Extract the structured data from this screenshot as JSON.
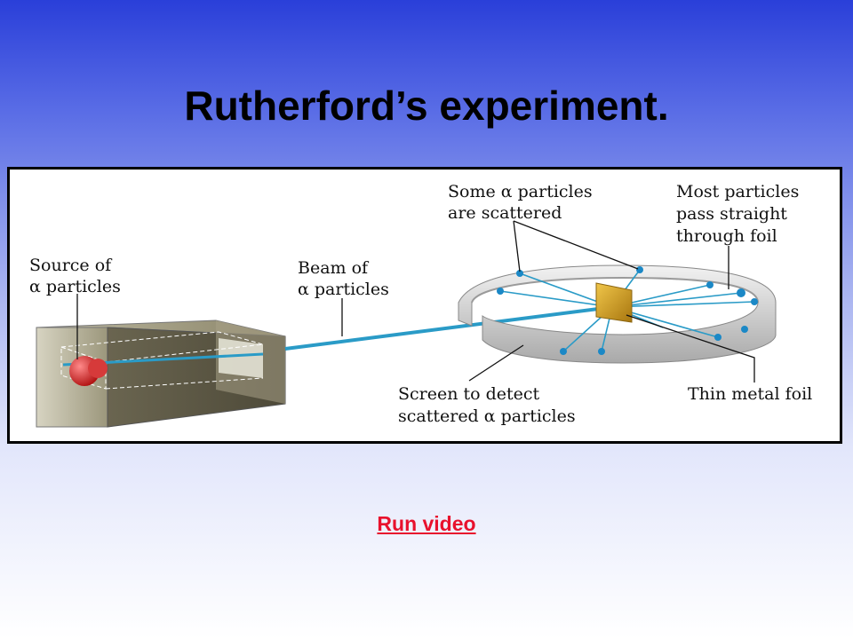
{
  "slide": {
    "title": "Rutherford’s experiment."
  },
  "diagram": {
    "labels": {
      "source_line1": "Source of",
      "source_line2": "α particles",
      "beam_line1": "Beam of",
      "beam_line2": "α particles",
      "scattered_line1": "Some α particles",
      "scattered_line2": "are scattered",
      "straight_line1": "Most particles",
      "straight_line2": "pass straight",
      "straight_line3": "through foil",
      "screen_line1": "Screen to detect",
      "screen_line2": "scattered α particles",
      "foil": "Thin metal foil"
    },
    "colors": {
      "beam": "#2a9bc7",
      "particle": "#1b88c6",
      "foil": "#c89a1e",
      "source": "#cc2222",
      "box": "#8f8a6e",
      "screen": "#c9c9c9"
    }
  },
  "link": {
    "label": "Run video"
  }
}
